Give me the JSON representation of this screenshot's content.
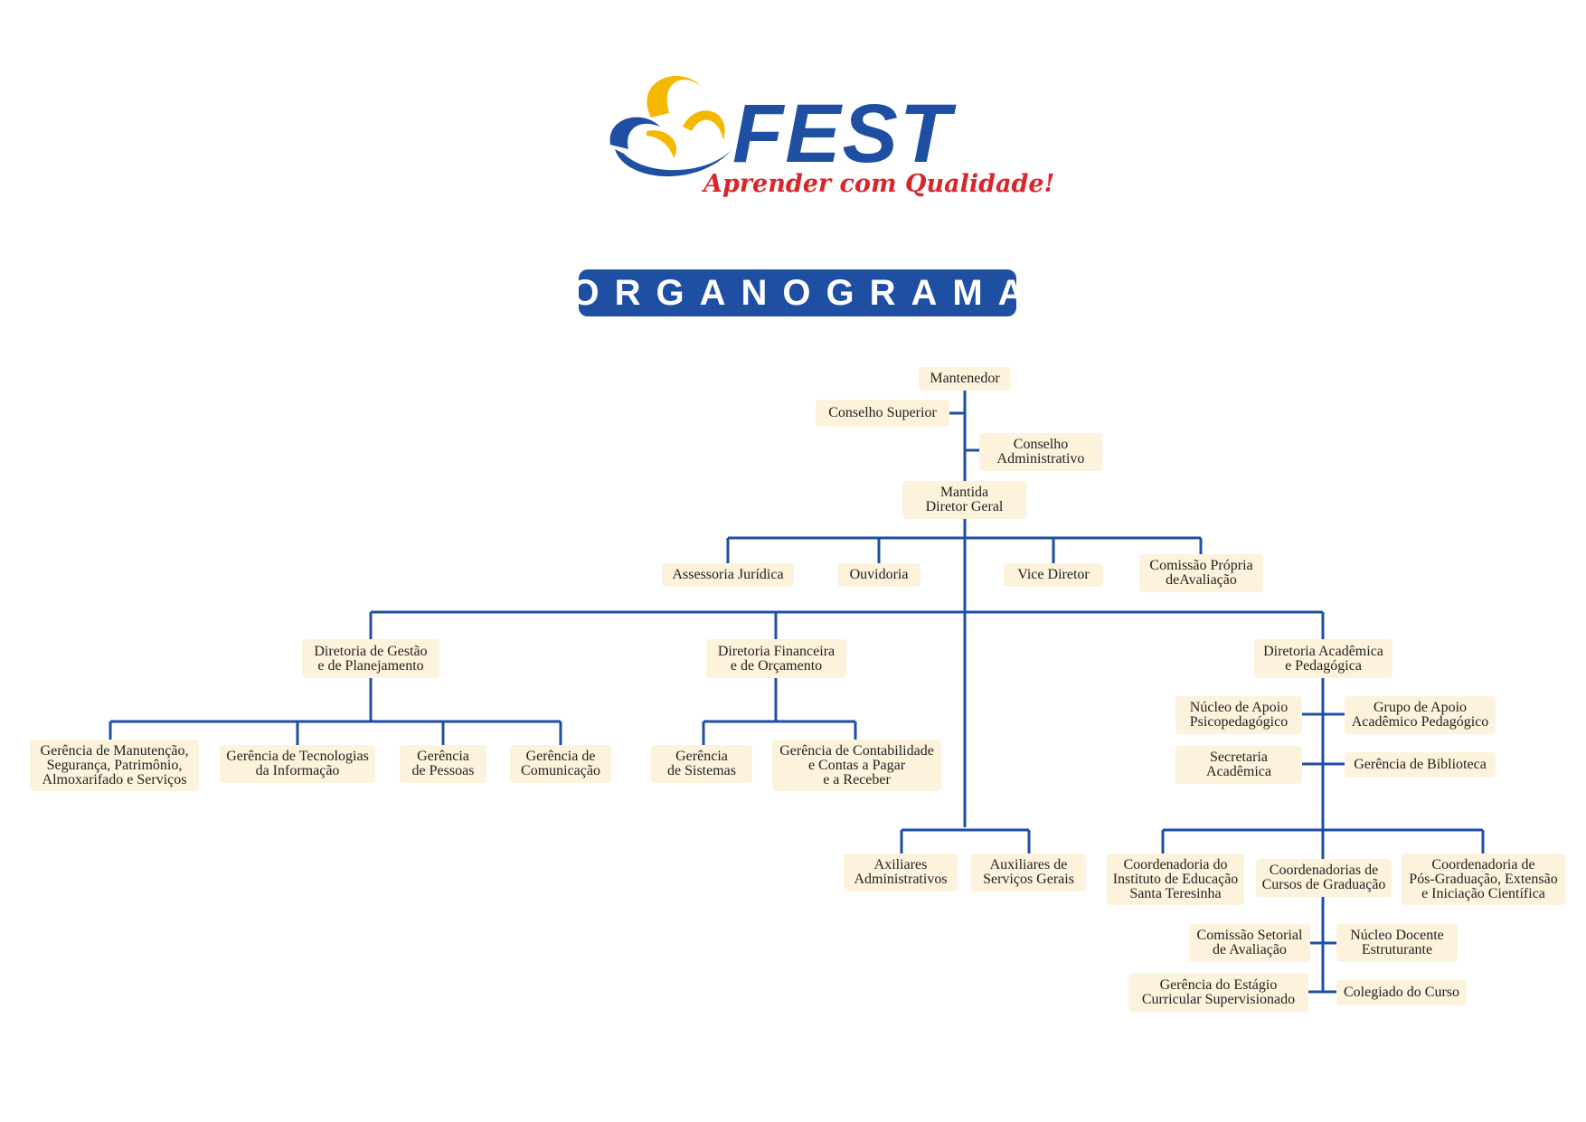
{
  "header": {
    "logo_text": "FEST",
    "slogan": "Aprender com Qualidade!",
    "title": "ORGANOGRAMA"
  },
  "colors": {
    "brand_blue": "#1e4fa3",
    "brand_yellow": "#f5b800",
    "slogan_red": "#d8262b",
    "box_fill": "#fdf3dd"
  },
  "nodes": {
    "mantenedor": "Mantenedor",
    "conselho_superior": "Conselho Superior",
    "conselho_administrativo": "Conselho\nAdministrativo",
    "mantida": "Mantida\nDiretor Geral",
    "assessoria": "Assessoria Jurídica",
    "ouvidoria": "Ouvidoria",
    "vice_diretor": "Vice Diretor",
    "comissao_propria": "Comissão Própria\ndeAvaliação",
    "dir_gestao": "Diretoria de Gestão\ne de Planejamento",
    "dir_financeira": "Diretoria Financeira\ne de Orçamento",
    "dir_academica": "Diretoria Acadêmica\ne Pedagógica",
    "ger_manutencao": "Gerência de Manutenção,\nSegurança, Patrimônio,\nAlmoxarifado e Serviços",
    "ger_tecnologias": "Gerência de Tecnologias\nda Informação",
    "ger_pessoas": "Gerência\nde Pessoas",
    "ger_comunicacao": "Gerência de\nComunicação",
    "ger_sistemas": "Gerência\nde Sistemas",
    "ger_contabilidade": "Gerência de Contabilidade\ne Contas a Pagar\ne a Receber",
    "aux_administrativos": "Axiliares\nAdministrativos",
    "aux_servicos": "Auxiliares de\nServiços Gerais",
    "nucleo_psico": "Núcleo de Apoio\nPsicopedagógico",
    "grupo_apoio": "Grupo de Apoio\nAcadêmico Pedagógico",
    "secretaria": "Secretaria\nAcadêmica",
    "ger_biblioteca": "Gerência de Biblioteca",
    "coord_instituto": "Coordenadoria do\nInstituto de Educação\nSanta Teresinha",
    "coord_graduacao": "Coordenadorias de\nCursos de Graduação",
    "coord_pos": "Coordenadoria de\nPós-Graduação, Extensão\ne Iniciação Científica",
    "comissao_setorial": "Comissão Setorial\nde Avaliação",
    "nucleo_docente": "Núcleo Docente\nEstruturante",
    "ger_estagio": "Gerência do Estágio\nCurricular Supervisionado",
    "colegiado": "Colegiado do Curso"
  }
}
